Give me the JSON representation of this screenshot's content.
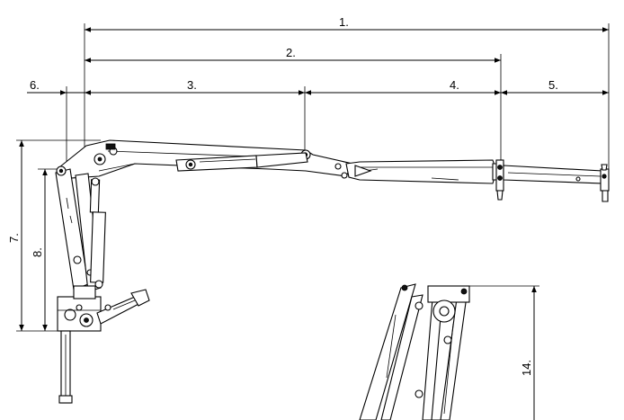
{
  "drawing": {
    "dimension_labels": {
      "d1": "1.",
      "d2": "2.",
      "d3": "3.",
      "d4": "4.",
      "d5": "5.",
      "d6": "6.",
      "d7": "7.",
      "d8": "8.",
      "d14": "14."
    }
  }
}
